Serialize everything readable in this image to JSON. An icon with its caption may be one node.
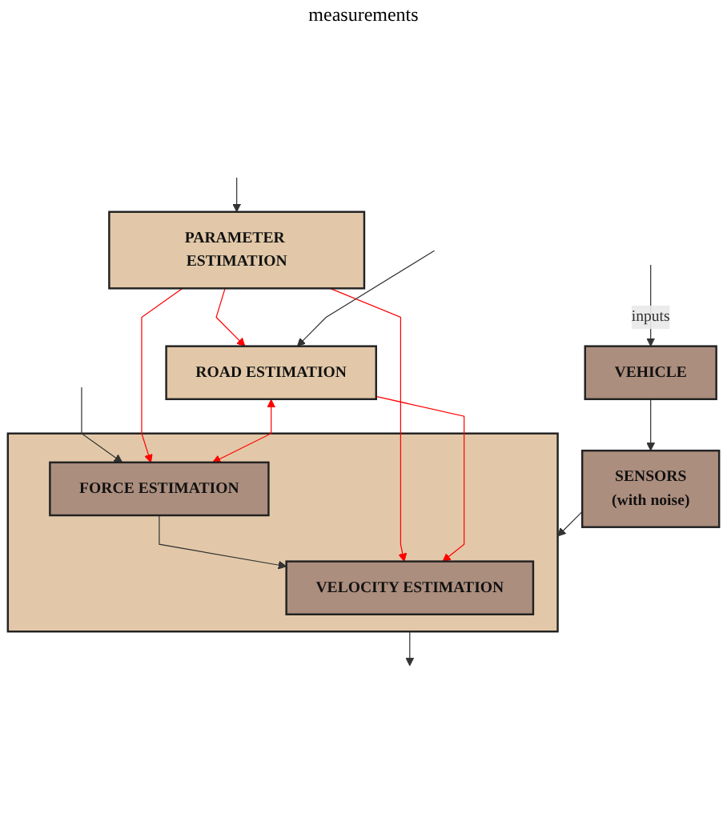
{
  "diagram": {
    "nodes": [
      {
        "text": [
          "VEHICLE"
        ]
      },
      {
        "text": [
          "SENSORS",
          "(with noise)"
        ]
      },
      {
        "text": [],
        "shape": "box"
      },
      {
        "text": [
          "VELOCITY ESTIMATION"
        ],
        "in": 2
      },
      {
        "text": [
          "FORCE ESTIMATION"
        ],
        "in": 2
      },
      {
        "text": [
          "PARAMETER ESTIMATION"
        ]
      },
      {
        "text": [
          "ROAD ESTIMATION"
        ]
      }
    ],
    "edges": [
      {
        "from": null,
        "to": 0,
        "arrow": "to",
        "label": "inputs"
      },
      {
        "from": 0,
        "to": 1,
        "arrow": "to"
      },
      {
        "from": 1,
        "to": 2,
        "arrow": "to"
      },
      {
        "from": null,
        "to": 4,
        "arrow": "to"
      },
      {
        "from": 4,
        "to": 3,
        "arrow": "to"
      },
      {
        "from": 2,
        "to": null,
        "arrow": "to"
      },
      {
        "from": 5,
        "to": 4,
        "arrow": "to",
        "color": "#ff0000"
      },
      {
        "from": 5,
        "to": 3,
        "arrow": "to",
        "color": "#ff0000"
      },
      {
        "from": 5,
        "to": 6,
        "arrow": "to",
        "color": "#ff0000"
      },
      {
        "from": 6,
        "to": 4,
        "arrow": "both",
        "color": "#ff0000"
      },
      {
        "from": 6,
        "to": 3,
        "arrow": "to",
        "color": "#ff0000"
      },
      {
        "from": null,
        "to": 5,
        "arrow": "to"
      },
      {
        "from": null,
        "to": 6,
        "arrow": "to"
      }
    ],
    "labels": [
      "measurements"
    ]
  }
}
